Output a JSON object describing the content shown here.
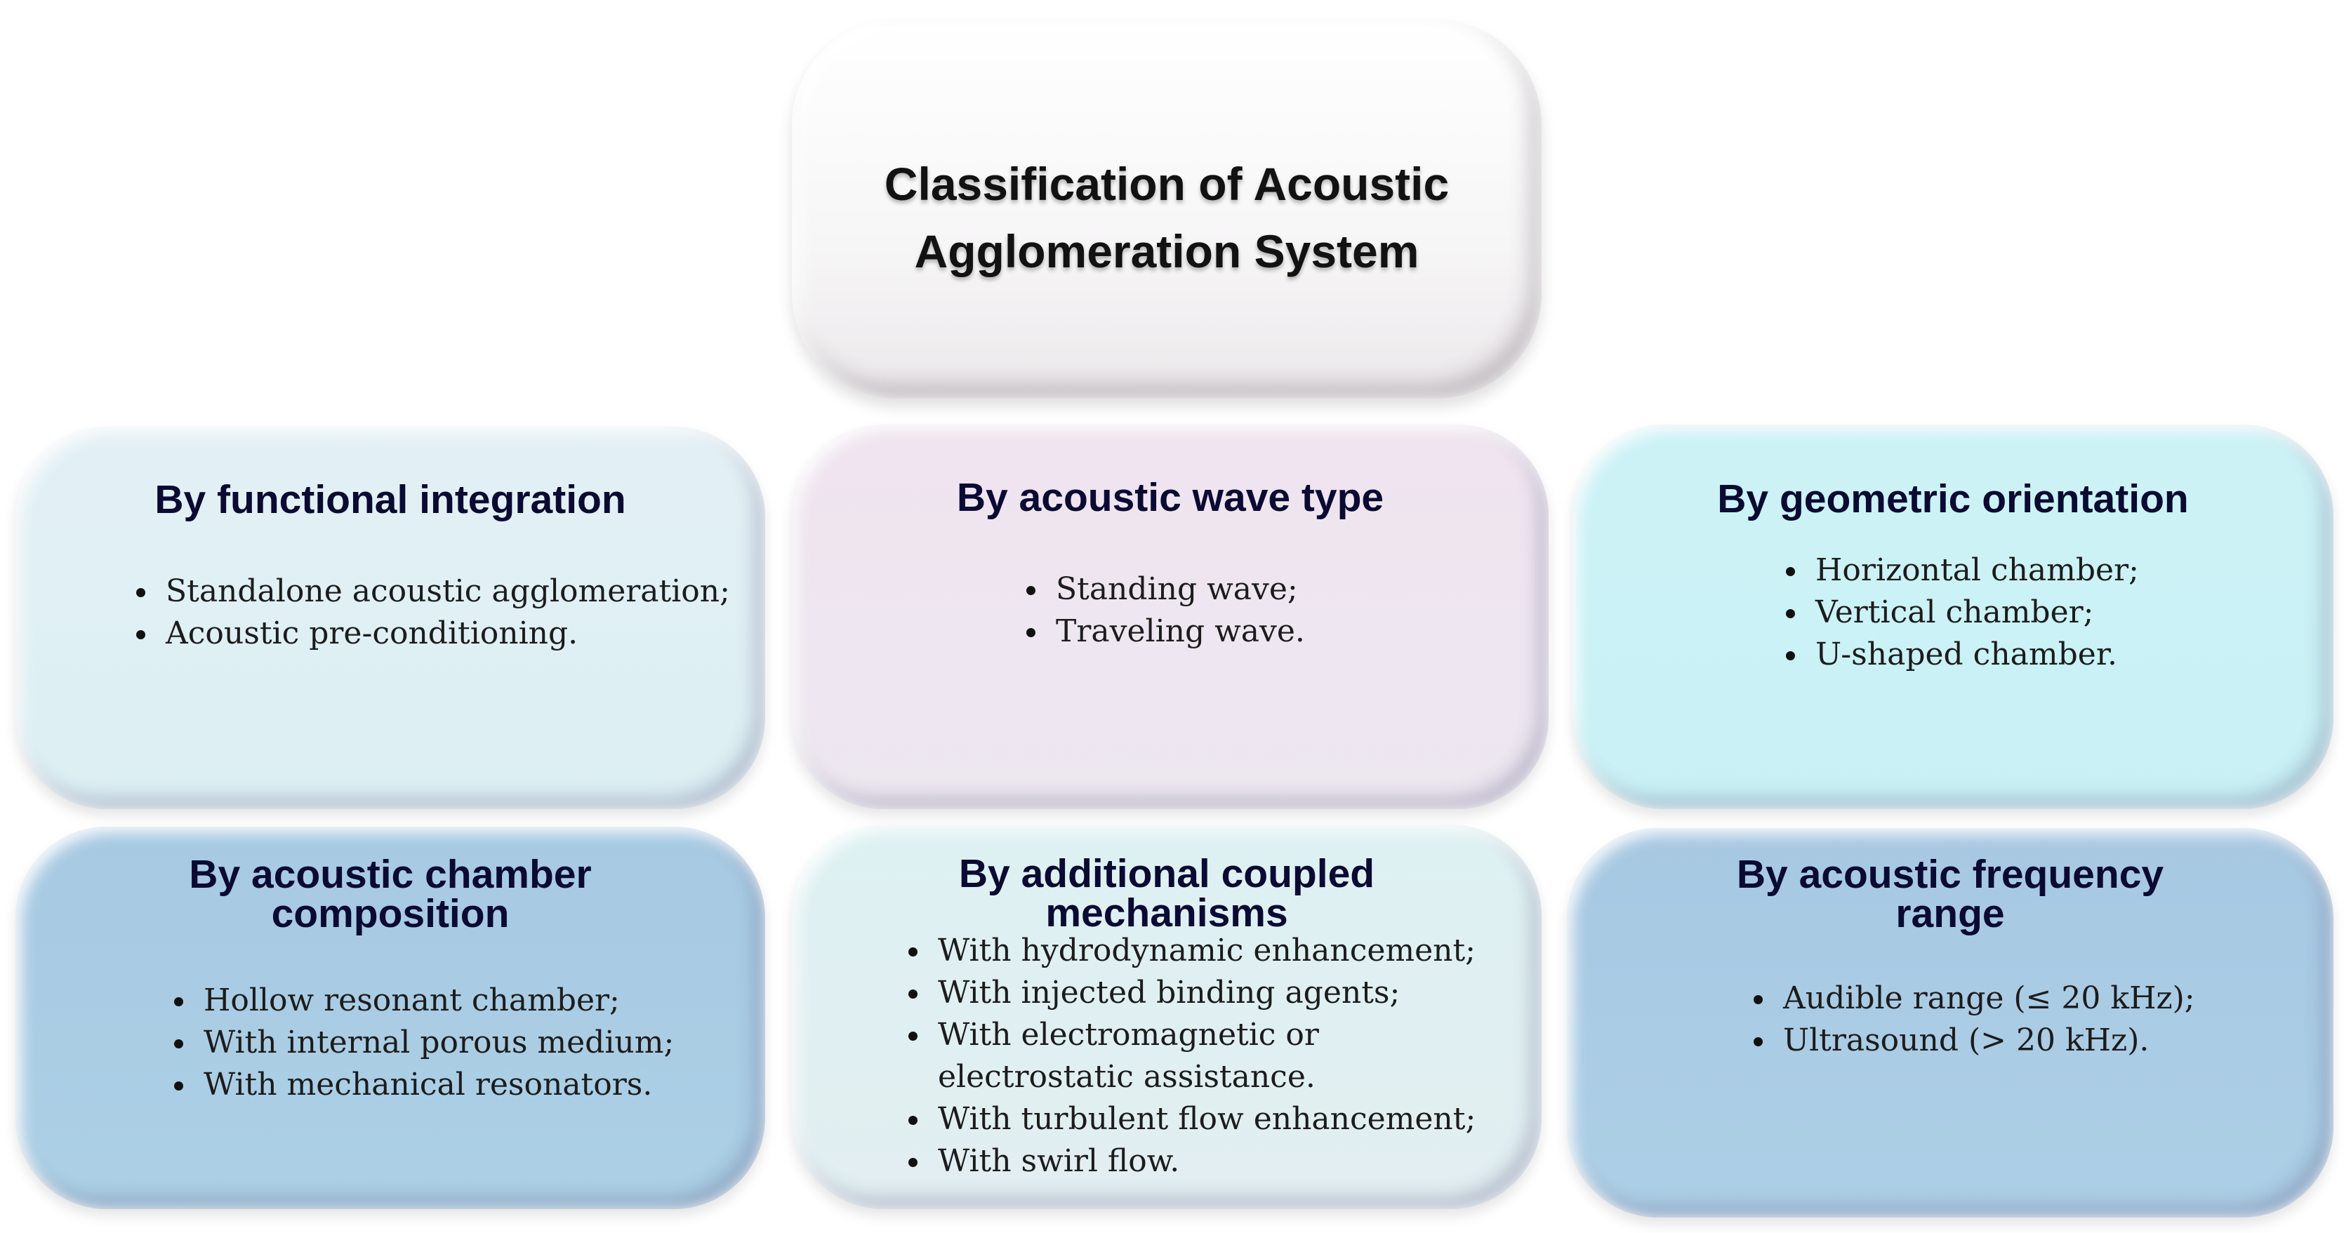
{
  "title": {
    "line1": "Classification of Acoustic",
    "line2": "Agglomeration System"
  },
  "categories": [
    {
      "title": "By functional integration",
      "items": [
        "Standalone acoustic agglomeration;",
        "Acoustic pre-conditioning."
      ]
    },
    {
      "title": "By acoustic wave type",
      "items": [
        "Standing wave;",
        "Traveling wave."
      ]
    },
    {
      "title": "By geometric orientation",
      "items": [
        "Horizontal chamber;",
        "Vertical chamber;",
        "U-shaped chamber."
      ]
    },
    {
      "title_line1": "By acoustic chamber",
      "title_line2": "composition",
      "items": [
        "Hollow resonant chamber;",
        "With internal porous medium;",
        "With mechanical resonators."
      ]
    },
    {
      "title_line1": "By additional coupled",
      "title_line2": "mechanisms",
      "items": [
        "With hydrodynamic enhancement;",
        "With injected binding agents;",
        "With electromagnetic or",
        "electrostatic assistance.",
        "With turbulent flow enhancement;",
        "With swirl flow."
      ]
    },
    {
      "title_line1": "By acoustic frequency",
      "title_line2": "range",
      "items": [
        "Audible range (≤ 20 kHz);",
        "Ultrasound (> 20 kHz)."
      ]
    }
  ]
}
